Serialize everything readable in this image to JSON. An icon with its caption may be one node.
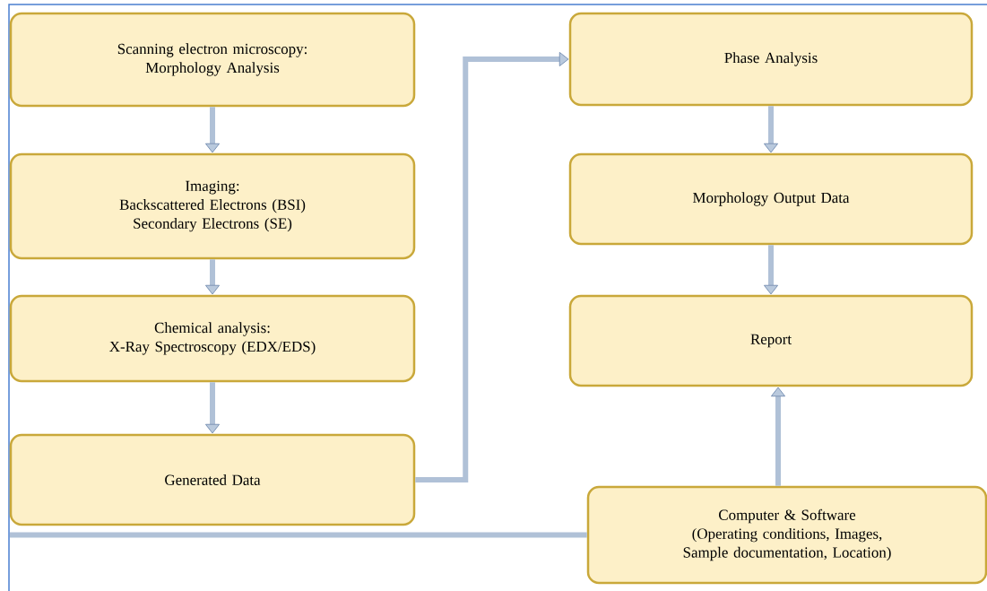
{
  "diagram": {
    "nodes": [
      {
        "text": [
          "Scanning electron microscopy:",
          "Morphology Analysis"
        ]
      },
      {
        "text": [
          "Imaging:",
          "Backscattered Electrons (BSI)",
          "Secondary Electrons (SE)"
        ]
      },
      {
        "text": [
          "Chemical analysis:",
          "X-Ray Spectroscopy (EDX/EDS)"
        ]
      },
      {
        "text": [
          "Generated Data"
        ]
      },
      {
        "text": [
          "Phase Analysis"
        ]
      },
      {
        "text": [
          "Morphology Output Data"
        ]
      },
      {
        "text": [
          "Report"
        ]
      },
      {
        "text": [
          "Computer & Software",
          "(Operating conditions, Images, Sample documentation, Location)"
        ]
      }
    ],
    "edges": [
      {
        "from": 0,
        "to": 1,
        "arrow": "to"
      },
      {
        "from": 1,
        "to": 2,
        "arrow": "to"
      },
      {
        "from": 2,
        "to": 3,
        "arrow": "to"
      },
      {
        "from": 3,
        "to": 4,
        "arrow": "to"
      },
      {
        "from": 4,
        "to": 5,
        "arrow": "to"
      },
      {
        "from": 5,
        "to": 6,
        "arrow": "to"
      },
      {
        "from": 7,
        "to": 6,
        "arrow": "to"
      },
      {
        "from": 7,
        "to": null,
        "arrow": "none"
      }
    ]
  }
}
